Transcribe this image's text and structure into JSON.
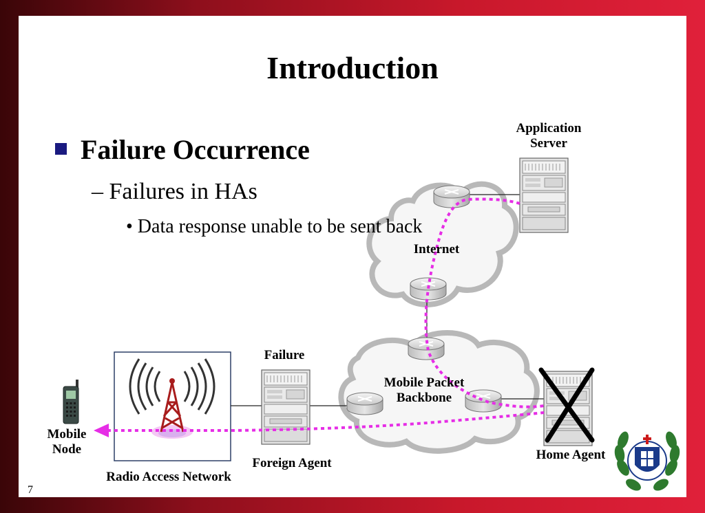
{
  "slide": {
    "title": "Introduction",
    "bullet_level1": "Failure Occurrence",
    "bullet_level2": "– Failures in HAs",
    "bullet_level3": "• Data response unable to be sent back",
    "page_number": "7"
  },
  "diagram": {
    "labels": {
      "application_server": "Application\nServer",
      "internet": "Internet",
      "failure": "Failure",
      "mobile_packet_backbone": "Mobile Packet\nBackbone",
      "mobile_node": "Mobile\nNode",
      "foreign_agent": "Foreign Agent",
      "home_agent": "Home Agent",
      "radio_access_network": "Radio Access Network"
    },
    "colors": {
      "data_path": "#e62de6",
      "failure_mark": "#000000",
      "background_left": "#3a0508",
      "background_right": "#e0203a"
    },
    "icons": [
      "router-icon",
      "server-icon",
      "cloud-icon",
      "antenna-tower-icon",
      "mobile-phone-icon",
      "failure-x-icon",
      "university-logo"
    ]
  }
}
